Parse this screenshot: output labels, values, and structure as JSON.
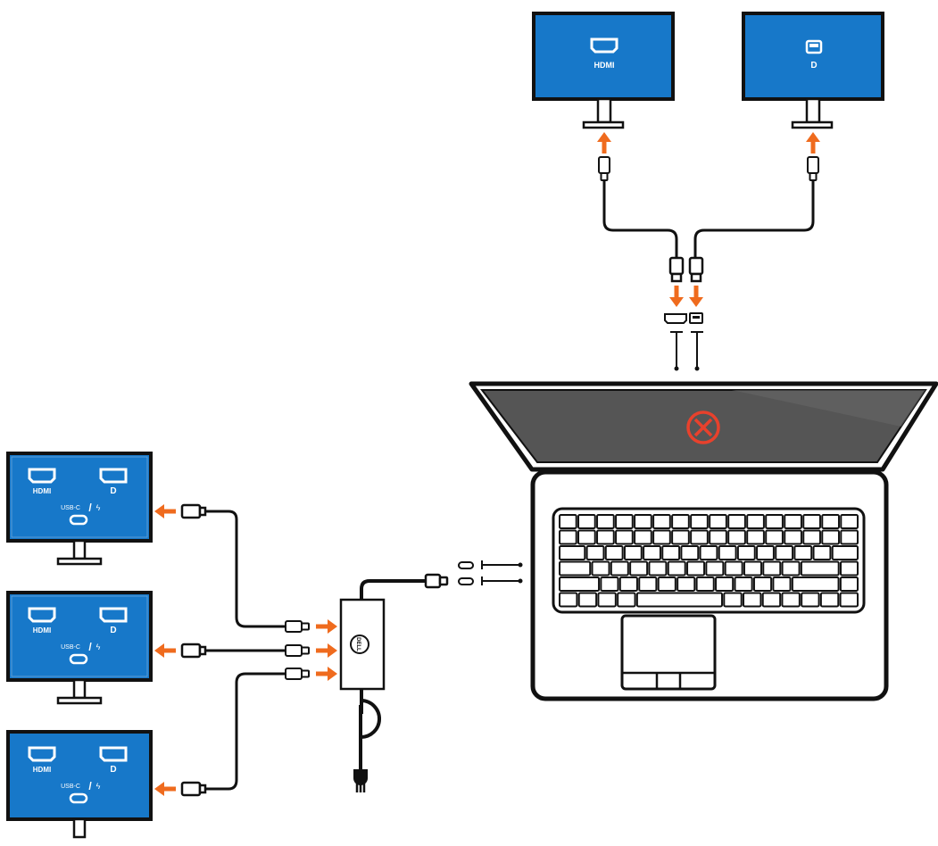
{
  "labels": {
    "hdmi": "HDMI",
    "dp": "D",
    "usbc": "USB-C",
    "slash": "/",
    "bolt": "ϟ",
    "brand": "DELL"
  },
  "monitors": {
    "top_left": {
      "ports": [
        "hdmi-icon"
      ]
    },
    "top_right": {
      "ports": [
        "displayport-icon"
      ]
    },
    "left_1": {
      "ports": [
        "hdmi-icon",
        "displayport-icon",
        "usb-c-icon"
      ]
    },
    "left_2": {
      "ports": [
        "hdmi-icon",
        "displayport-icon",
        "usb-c-icon"
      ]
    },
    "left_3": {
      "ports": [
        "hdmi-icon",
        "displayport-icon",
        "usb-c-icon"
      ]
    }
  },
  "laptop": {
    "status_icon": "not-supported-x-icon",
    "status_color": "#e8412c"
  },
  "colors": {
    "screen_blue": "#1778c9",
    "arrow_orange": "#ef6b1e",
    "line": "#111111"
  }
}
